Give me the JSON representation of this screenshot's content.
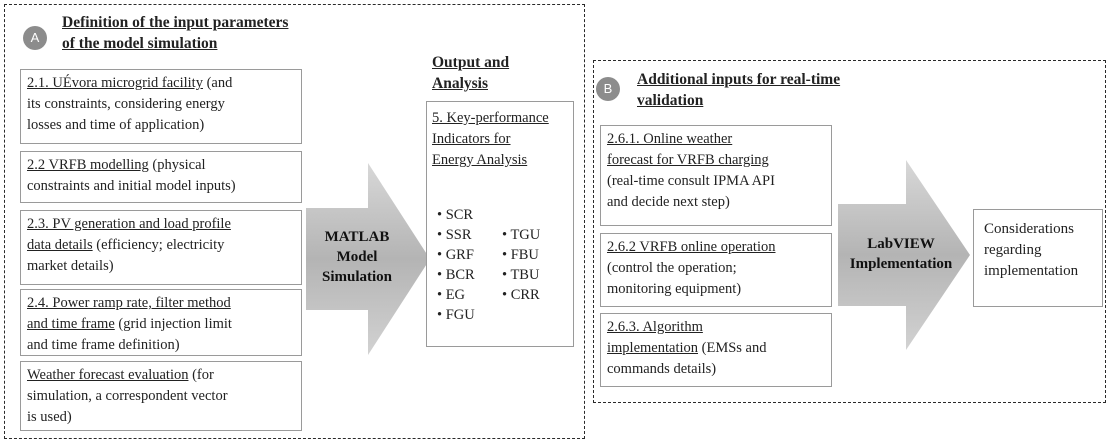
{
  "panel_a": {
    "badge": "A",
    "title_line1": "Definition of the input parameters",
    "title_line2": "of the model simulation",
    "items": [
      {
        "lead": "2.1. UÉvora microgrid facility",
        "rest_line1": " (and",
        "rest_lines": [
          "its constraints, considering energy",
          "losses and time of application)"
        ]
      },
      {
        "lead": "2.2 VRFB modelling",
        "rest_line1": " (physical",
        "rest_lines": [
          "constraints and initial model inputs)"
        ]
      },
      {
        "lead": "2.3. PV generation and load profile",
        "lead2": "data details",
        "rest_line1": " (efficiency; electricity",
        "rest_lines": [
          "market details)"
        ]
      },
      {
        "lead": "2.4. Power ramp rate, filter method",
        "lead2": "and time frame",
        "rest_line1": " (grid injection limit",
        "rest_lines": [
          "and time frame definition)"
        ]
      },
      {
        "lead": "Weather forecast evaluation",
        "rest_line1": " (for",
        "rest_lines": [
          "simulation, a correspondent vector",
          "is used)"
        ]
      }
    ]
  },
  "arrow_matlab": {
    "line1": "MATLAB",
    "line2": "Model",
    "line3": "Simulation"
  },
  "output": {
    "title_line1": "Output and",
    "title_line2": "Analysis",
    "kpi_title_line1": "5. Key-performance",
    "kpi_title_line2": "Indicators for",
    "kpi_title_line3": "Energy Analysis",
    "col1": [
      "• SCR",
      "• SSR",
      "• GRF",
      "• BCR",
      "• EG",
      "• FGU"
    ],
    "col2": [
      "• TGU",
      "• FBU",
      "• TBU",
      "• CRR"
    ]
  },
  "panel_b": {
    "badge": "B",
    "title_line1": "Additional inputs for real-time",
    "title_line2": "validation",
    "items": [
      {
        "lead": "2.6.1. Online weather",
        "lead2": "forecast for VRFB charging",
        "rest_lines": [
          "(real-time consult IPMA API",
          "and decide next step)"
        ]
      },
      {
        "lead": "2.6.2 VRFB online operation",
        "rest_lines": [
          "(control the operation;",
          "monitoring equipment)"
        ]
      },
      {
        "lead": "2.6.3. Algorithm",
        "lead2": "implementation",
        "rest_line1": " (EMSs and",
        "rest_lines": [
          "commands details)"
        ]
      }
    ]
  },
  "arrow_labview": {
    "line1": "LabVIEW",
    "line2": "Implementation"
  },
  "considerations": {
    "line1": "Considerations",
    "line2": "regarding",
    "line3": "implementation"
  }
}
